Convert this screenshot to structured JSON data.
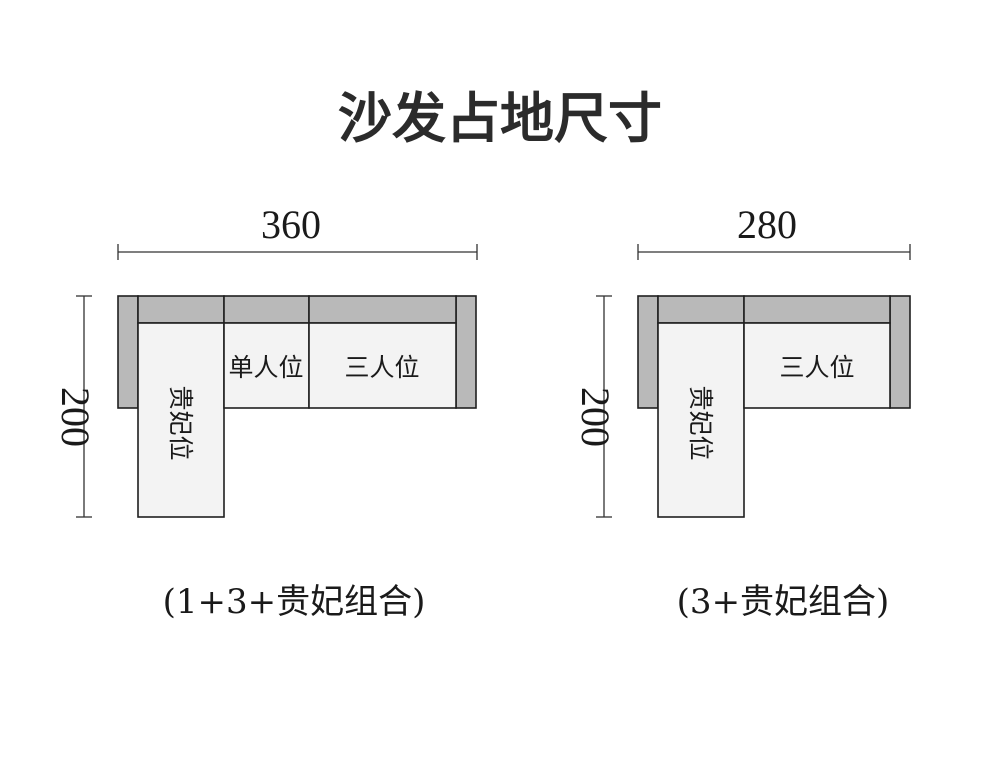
{
  "title": "沙发占地尺寸",
  "colors": {
    "background": "#ffffff",
    "frame": "#b9b9b9",
    "seat": "#f3f3f3",
    "outline": "#1f1f1f",
    "text": "#1a1a1a"
  },
  "layouts": [
    {
      "width_label": "360",
      "depth_label": "200",
      "seats": {
        "single": "单人位",
        "triple": "三人位",
        "chaise": "贵妃位"
      },
      "caption": "(1+3+贵妃组合)"
    },
    {
      "width_label": "280",
      "depth_label": "200",
      "seats": {
        "triple": "三人位",
        "chaise": "贵妃位"
      },
      "caption": "(3+贵妃组合)"
    }
  ]
}
